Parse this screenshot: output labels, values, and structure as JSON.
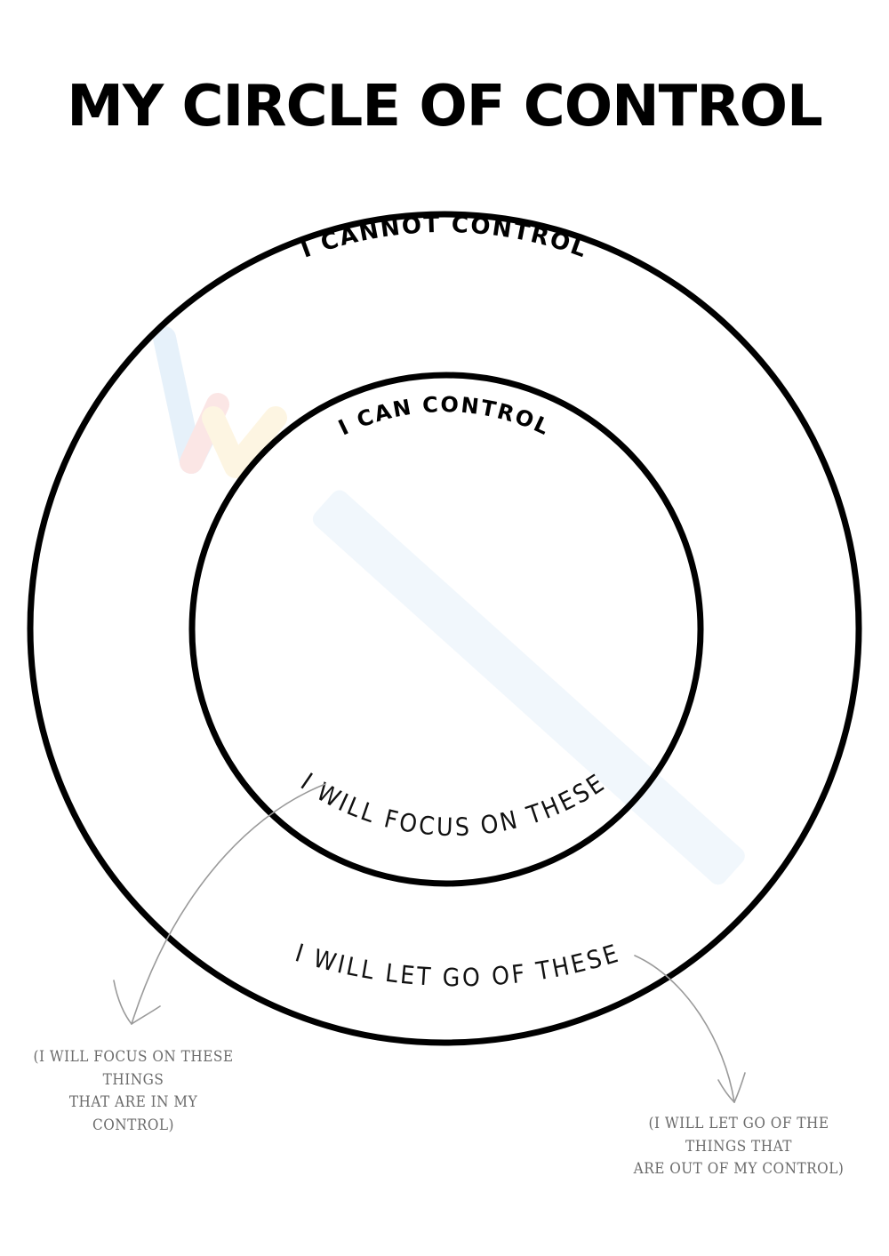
{
  "title": "MY CIRCLE OF CONTROL",
  "outer_circle": {
    "top_label": "I CANNOT CONTROL",
    "bottom_label": "I WILL LET GO OF THESE"
  },
  "inner_circle": {
    "top_label": "I CAN CONTROL",
    "bottom_label": "I WILL FOCUS ON THESE"
  },
  "notes": {
    "left": {
      "line1": "(I will focus on these things",
      "line2": "that are in my control)"
    },
    "right": {
      "line1": "(I will let go of the things that",
      "line2": "are out of my control)"
    }
  },
  "colors": {
    "ink": "#000000",
    "arrow": "#9a9a9a",
    "note_text": "#6b6b6b"
  }
}
